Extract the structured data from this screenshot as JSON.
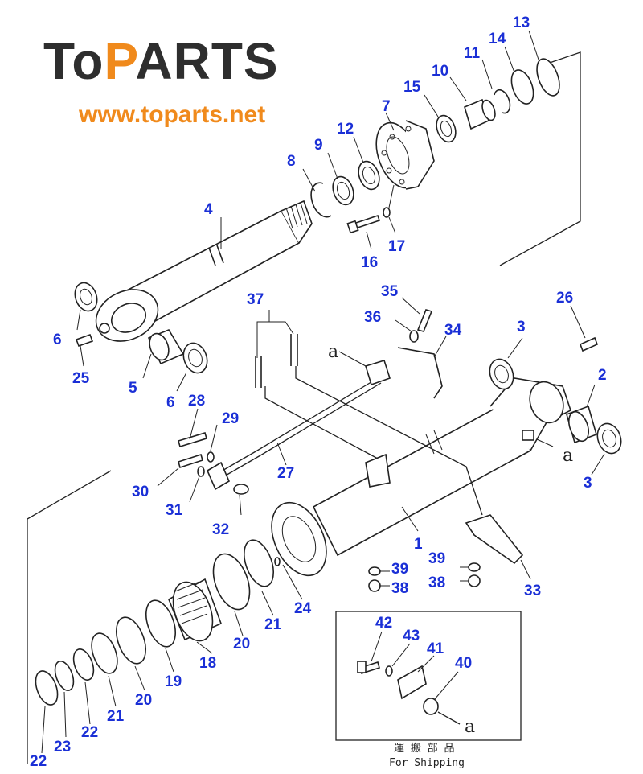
{
  "logo": {
    "brand_to": "To",
    "brand_p": "P",
    "brand_arts": "ARTS",
    "url": "www.toparts.net",
    "brand_color": "#f08a1c",
    "dark_color": "#2e2e2e"
  },
  "labels": {
    "p1": "1",
    "p2": "2",
    "p3a": "3",
    "p3b": "3",
    "p4": "4",
    "p5": "5",
    "p6a": "6",
    "p6b": "6",
    "p7": "7",
    "p8": "8",
    "p9": "9",
    "p10": "10",
    "p11": "11",
    "p12": "12",
    "p13": "13",
    "p14": "14",
    "p15": "15",
    "p16": "16",
    "p17": "17",
    "p18": "18",
    "p19": "19",
    "p20a": "20",
    "p20b": "20",
    "p21a": "21",
    "p21b": "21",
    "p22a": "22",
    "p22b": "22",
    "p23": "23",
    "p24": "24",
    "p25": "25",
    "p26": "26",
    "p27": "27",
    "p28": "28",
    "p29": "29",
    "p30": "30",
    "p31": "31",
    "p32": "32",
    "p33": "33",
    "p34": "34",
    "p35": "35",
    "p36": "36",
    "p37": "37",
    "p38a": "38",
    "p38b": "38",
    "p39a": "39",
    "p39b": "39",
    "p40": "40",
    "p41": "41",
    "p42": "42",
    "p43": "43"
  },
  "letter_a": "a",
  "shipping": {
    "jp": "運 搬 部 品",
    "en": "For Shipping"
  },
  "label_color": "#1a2fd6"
}
